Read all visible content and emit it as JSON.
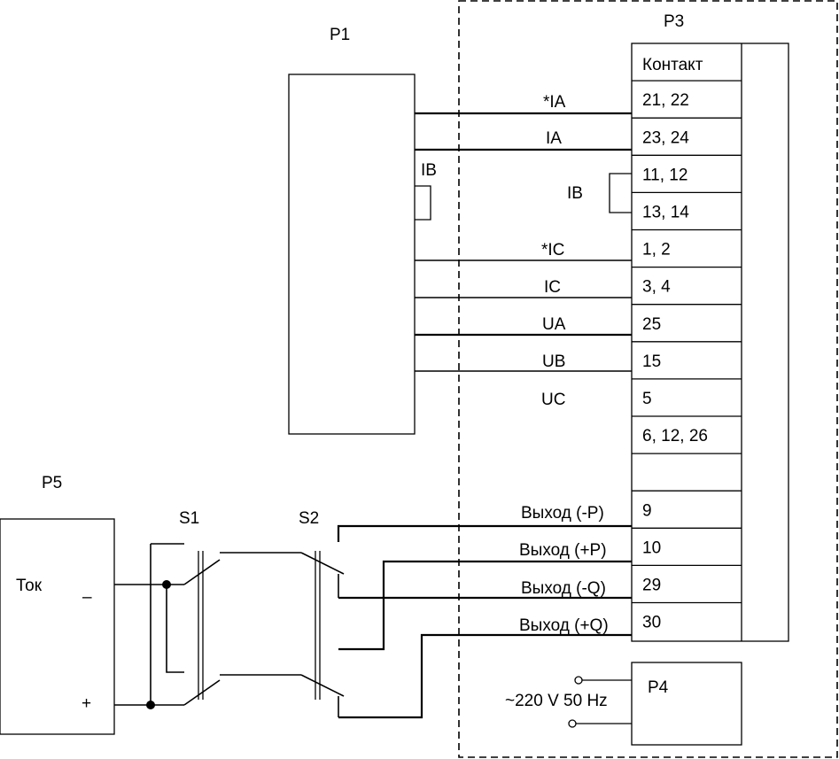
{
  "labels": {
    "p1": "P1",
    "p3": "P3",
    "p4": "P4",
    "p5": "P5",
    "s1": "S1",
    "s2": "S2",
    "p1_ib": "IB",
    "tok": "Ток",
    "minus": "–",
    "plus": "+",
    "power": "~220 V 50 Hz"
  },
  "contacts": {
    "header": "Контакт",
    "rows": [
      "21, 22",
      "23, 24",
      "11, 12",
      "13, 14",
      "1, 2",
      "3, 4",
      "25",
      "15",
      "5",
      "6, 12, 26",
      "",
      "9",
      "10",
      "29",
      "30"
    ]
  },
  "signals": {
    "ia_star": "*IA",
    "ia": "IA",
    "ib": "IB",
    "ic_star": "*IC",
    "ic": "IC",
    "ua": "UA",
    "ub": "UB",
    "uc": "UC",
    "out_minus_p": "Выход (-P)",
    "out_plus_p": "Выход (+P)",
    "out_minus_q": "Выход (-Q)",
    "out_plus_q": "Выход (+Q)"
  }
}
